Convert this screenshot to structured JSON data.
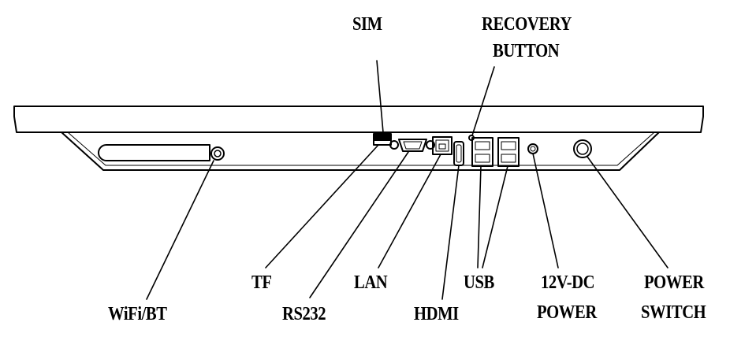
{
  "labels": {
    "sim": "SIM",
    "recovery_line1": "RECOVERY",
    "recovery_line2": "BUTTON",
    "tf": "TF",
    "wifi_bt": "WiFi/BT",
    "rs232": "RS232",
    "lan": "LAN",
    "hdmi": "HDMI",
    "usb": "USB",
    "dc_line1": "12V-DC",
    "dc_line2": "POWER",
    "power_line1": "POWER",
    "power_line2": "SWITCH"
  },
  "colors": {
    "ink": "#000000",
    "fill": "#ffffff"
  }
}
